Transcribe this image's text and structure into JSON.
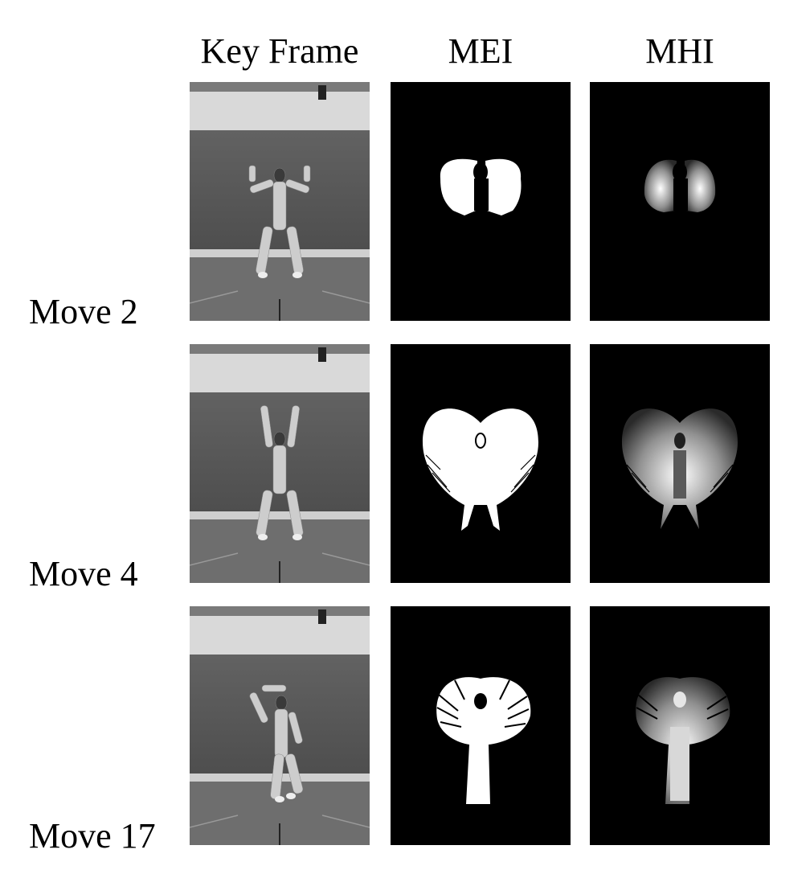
{
  "figure": {
    "columns": [
      "Key Frame",
      "MEI",
      "MHI"
    ],
    "rows": [
      {
        "label": "Move 2"
      },
      {
        "label": "Move 4"
      },
      {
        "label": "Move 17"
      }
    ],
    "colors": {
      "background": "#ffffff",
      "panel_dark": "#000000",
      "wall": "#5a5a5a",
      "ceiling": "#d9d9d9",
      "floor": "#6e6e6e"
    }
  }
}
